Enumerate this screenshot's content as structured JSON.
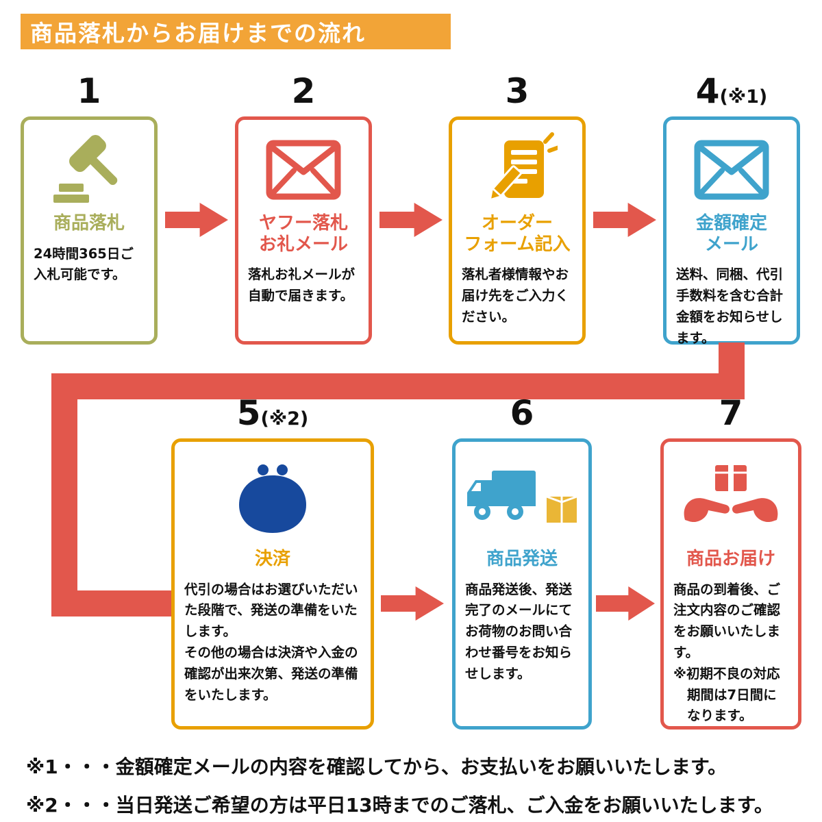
{
  "title": "商品落札からお届けまでの流れ",
  "palette": {
    "banner": "#F2A437",
    "olive": "#A9AE5B",
    "red": "#E2574C",
    "orange": "#E8A000",
    "blue": "#3FA3CC",
    "purse_navy": "#17499D",
    "package_yellow": "#EAB636",
    "arrow": "#E2574C",
    "text": "#111111"
  },
  "steps": [
    {
      "number": "1",
      "note": "",
      "icon": "gavel-icon",
      "title": "商品落札",
      "title2": "",
      "desc": "24時間365日ご入札可能です。"
    },
    {
      "number": "2",
      "note": "",
      "icon": "mail-icon",
      "title": "ヤフー落札",
      "title2": "お礼メール",
      "desc": "落札お礼メールが自動で届きます。"
    },
    {
      "number": "3",
      "note": "",
      "icon": "order-form-icon",
      "title": "オーダー",
      "title2": "フォーム記入",
      "desc": "落札者様情報やお届け先をご入力ください。"
    },
    {
      "number": "4",
      "note": "(※1)",
      "icon": "mail-icon",
      "title": "金額確定",
      "title2": "メール",
      "desc": "送料、同梱、代引手数料を含む合計金額をお知らせします。"
    },
    {
      "number": "5",
      "note": "(※2)",
      "icon": "purse-icon",
      "title": "決済",
      "title2": "",
      "desc": "代引の場合はお選びいただいた段階で、発送の準備をいたします。\nその他の場合は決済や入金の確認が出来次第、発送の準備をいたします。"
    },
    {
      "number": "6",
      "note": "",
      "icon": "truck-icon",
      "title": "商品発送",
      "title2": "",
      "desc": "商品発送後、発送完了のメールにてお荷物のお問い合わせ番号をお知らせします。"
    },
    {
      "number": "7",
      "note": "",
      "icon": "delivery-hands-icon",
      "title": "商品お届け",
      "title2": "",
      "desc": "商品の到着後、ご注文内容のご確認をお願いいたします。",
      "desc2": "※初期不良の対応期間は7日間になります。"
    }
  ],
  "footnotes": [
    "※1・・・金額確定メールの内容を確認してから、お支払いをお願いいたします。",
    "※2・・・当日発送ご希望の方は平日13時までのご落札、ご入金をお願いいたします。"
  ]
}
